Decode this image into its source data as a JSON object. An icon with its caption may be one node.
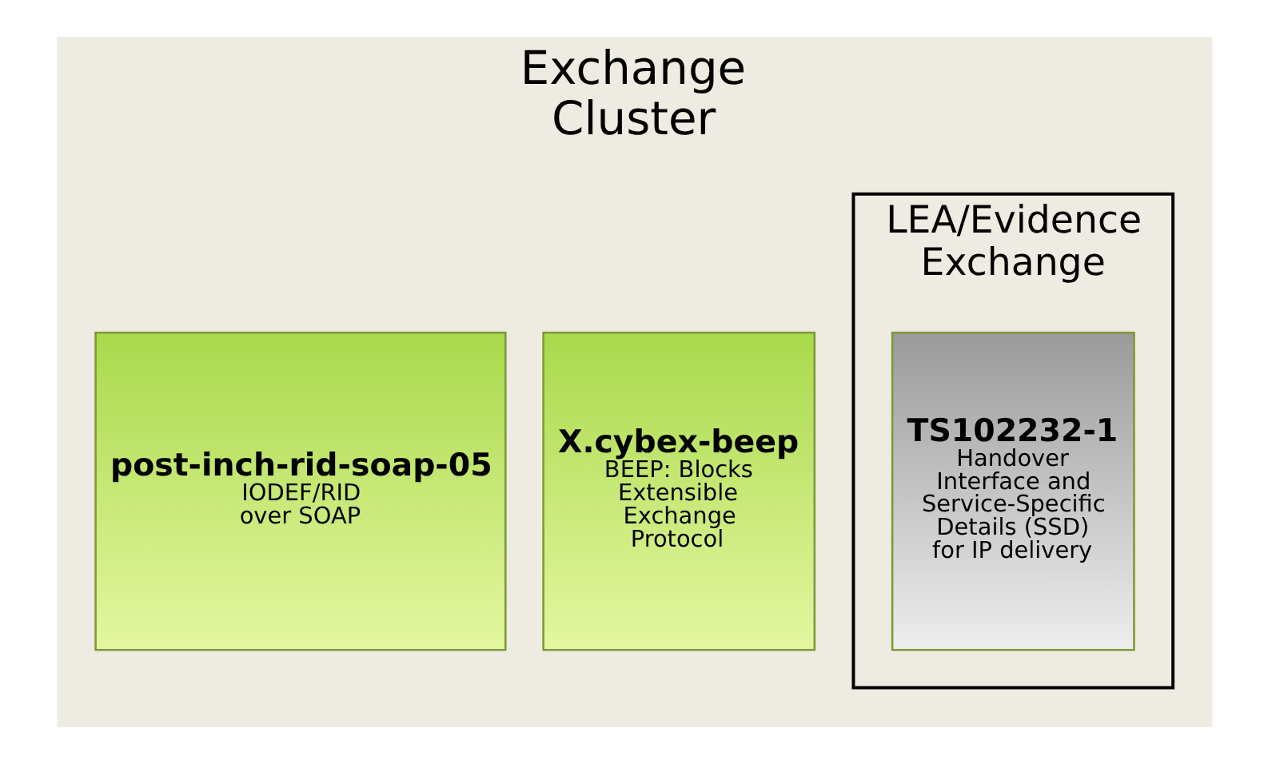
{
  "diagram": {
    "nodes": [
      {
        "text": [
          "Exchange Cluster"
        ]
      },
      {
        "text": [
          "X.cybex-beep",
          "BEEP: Blocks Extensible Exchange Protocol"
        ],
        "in": 0
      },
      {
        "text": [
          "post-inch-rid-soap-05",
          "IODEF/RID over SOAP"
        ],
        "in": 0
      },
      {
        "text": [
          "LEA/Evidence Exchange"
        ],
        "in": 0
      },
      {
        "text": [
          "TS102232-1",
          "Handover Interface and Service-Specific Details (SSD) for IP delivery"
        ],
        "in": 3
      }
    ],
    "edges": []
  }
}
